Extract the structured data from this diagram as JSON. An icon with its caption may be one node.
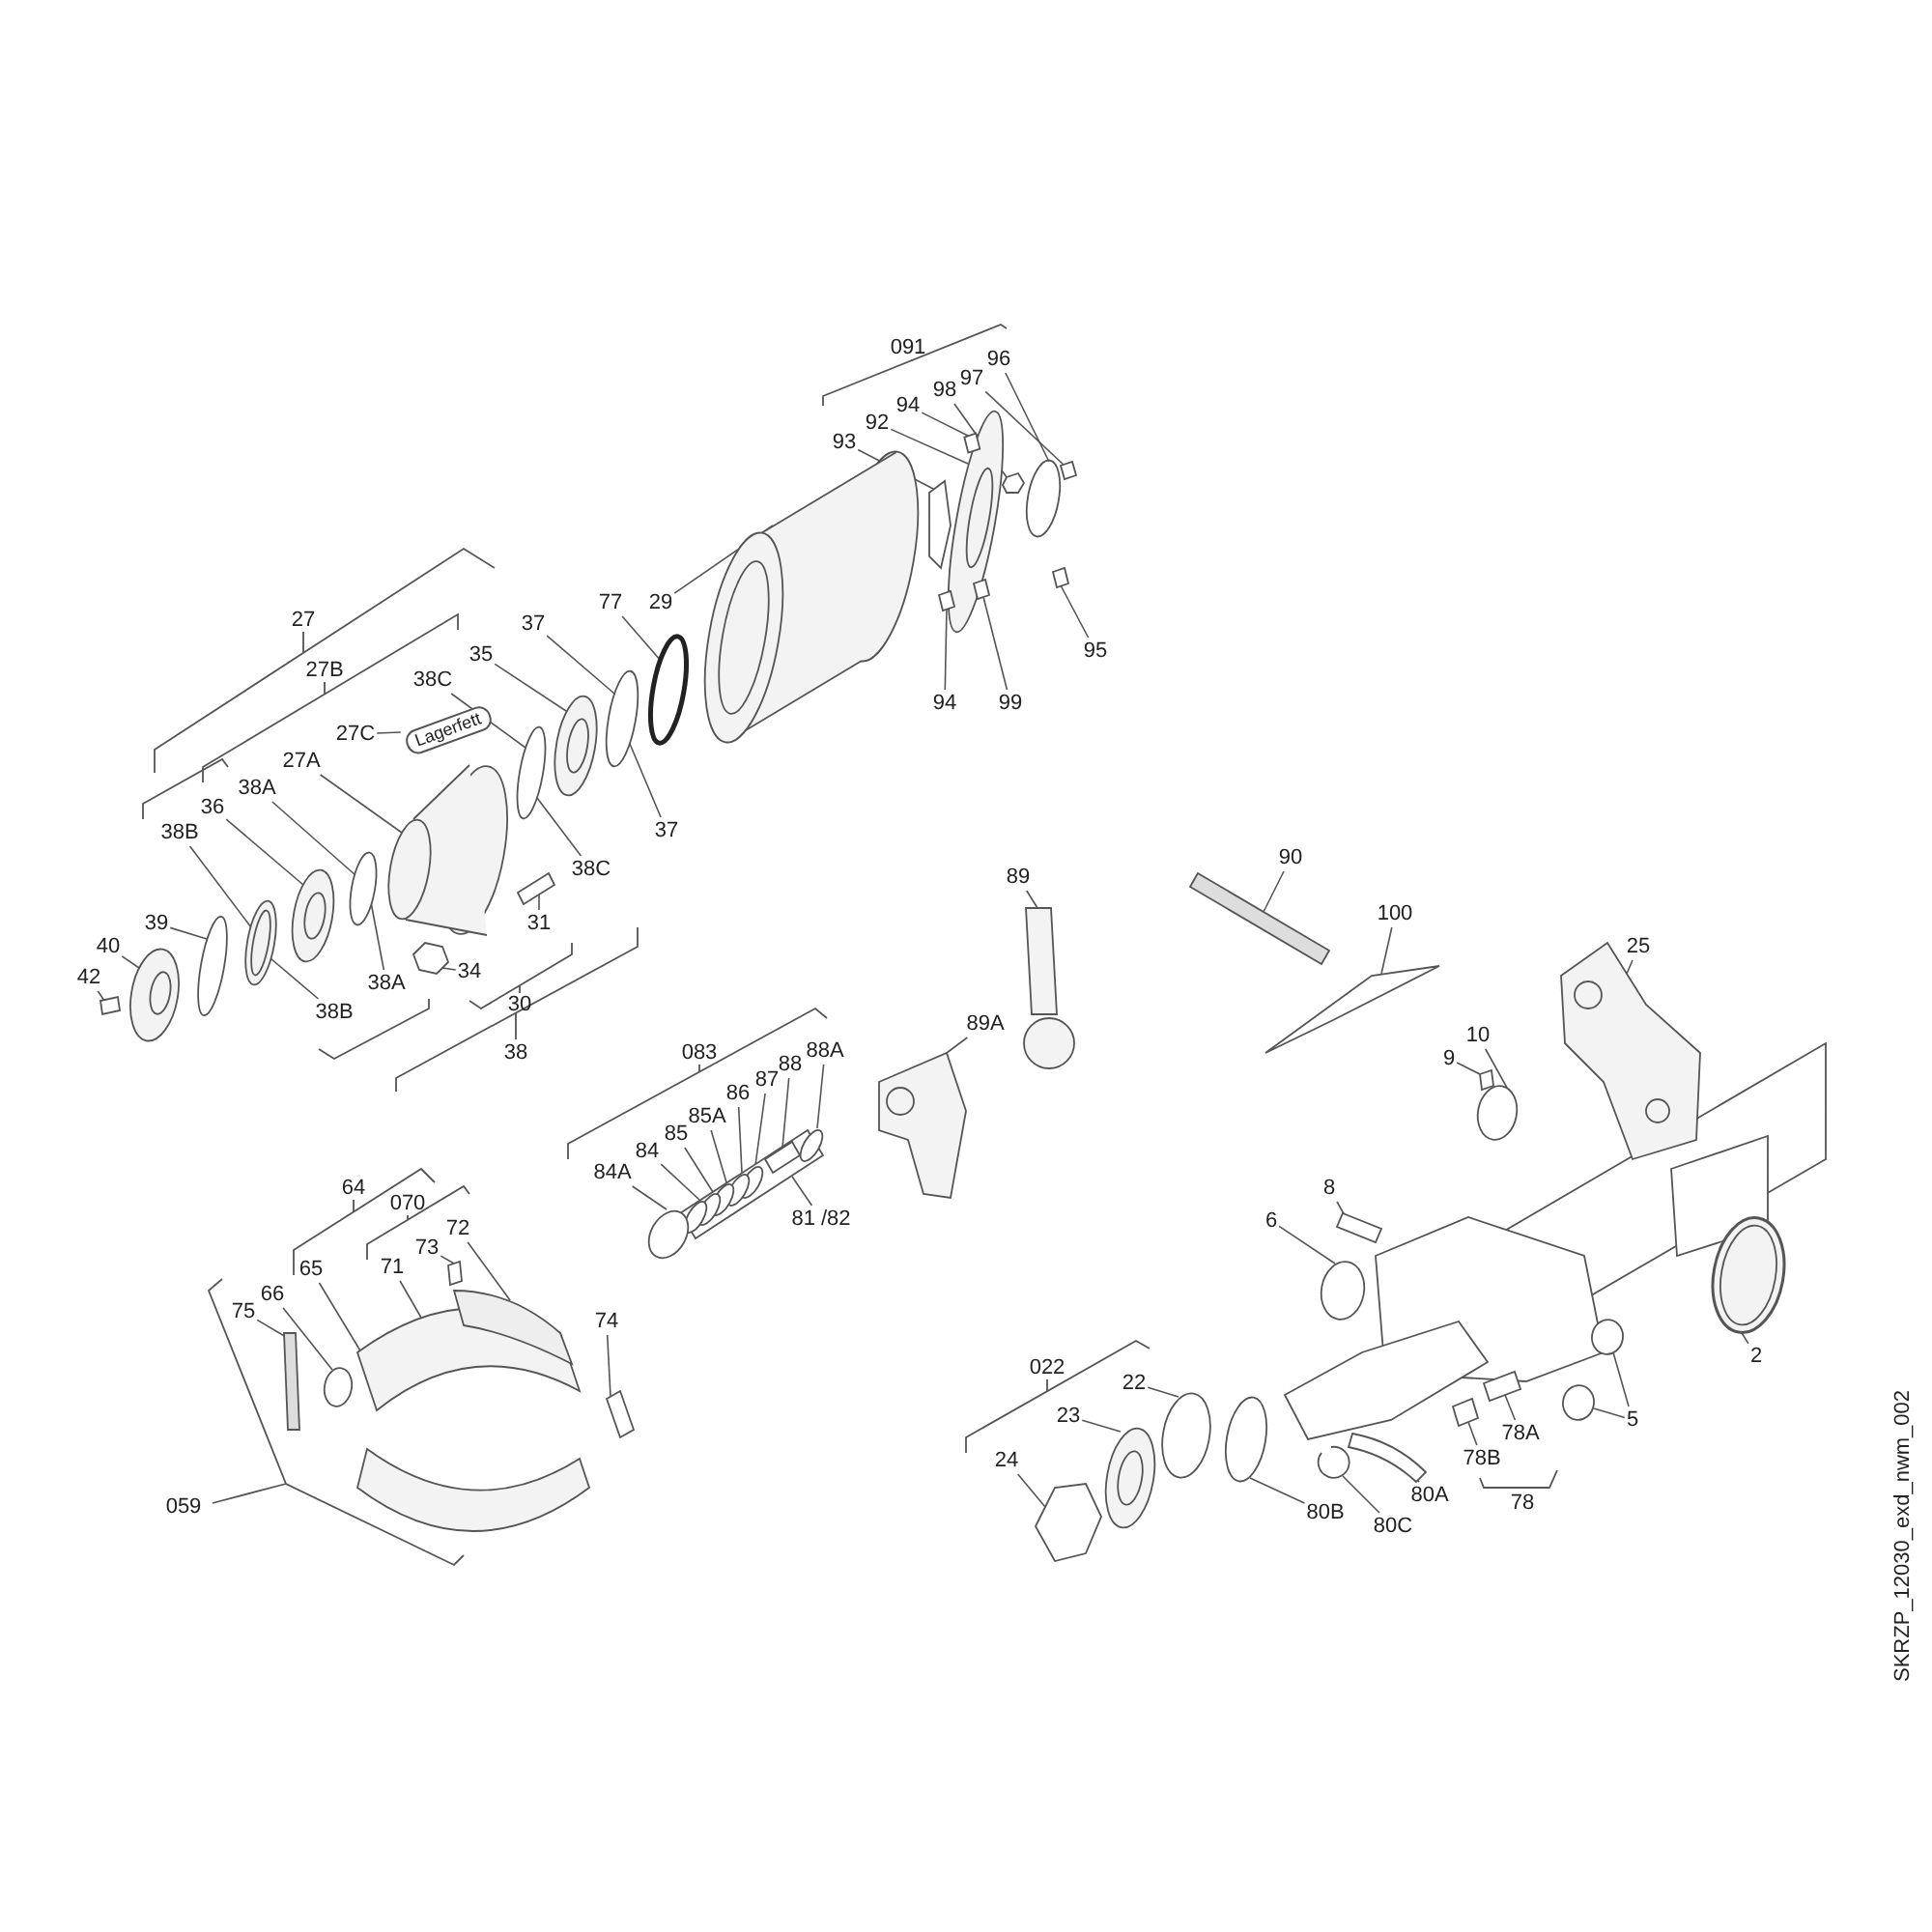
{
  "diagram": {
    "nodes": [
      {
        "text": [
          "96"
        ]
      },
      {
        "text": [
          "97"
        ]
      },
      {
        "text": [
          "98"
        ]
      },
      {
        "text": [
          "94"
        ]
      },
      {
        "text": [
          "92"
        ]
      },
      {
        "text": [
          "93"
        ]
      },
      {
        "text": [
          "77"
        ]
      },
      {
        "text": [
          "29"
        ]
      },
      {
        "text": [
          "37"
        ]
      },
      {
        "text": [
          "35"
        ]
      },
      {
        "text": [
          "38C"
        ]
      },
      {
        "text": [
          "27C"
        ]
      },
      {
        "text": [
          "27A"
        ]
      },
      {
        "text": [
          "94"
        ]
      },
      {
        "text": [
          "99"
        ]
      },
      {
        "text": [
          "95"
        ]
      },
      {
        "text": [
          "37"
        ]
      },
      {
        "text": [
          "38C"
        ]
      },
      {
        "text": [
          "38A"
        ]
      },
      {
        "text": [
          "36"
        ]
      },
      {
        "text": [
          "38B"
        ]
      },
      {
        "text": [
          "90"
        ]
      },
      {
        "text": [
          "100"
        ]
      },
      {
        "text": [
          "89"
        ]
      },
      {
        "text": [
          "25"
        ]
      },
      {
        "text": [
          "39"
        ]
      },
      {
        "text": [
          "40"
        ]
      },
      {
        "text": [
          "42"
        ]
      },
      {
        "text": [
          "31"
        ]
      },
      {
        "text": [
          "38A"
        ]
      },
      {
        "text": [
          "34"
        ]
      },
      {
        "text": [
          "38B"
        ]
      },
      {
        "text": [
          "10"
        ]
      },
      {
        "text": [
          "9"
        ]
      },
      {
        "text": [
          "89A"
        ]
      },
      {
        "text": [
          "88A"
        ]
      },
      {
        "text": [
          "88"
        ]
      },
      {
        "text": [
          "87"
        ]
      },
      {
        "text": [
          "86"
        ]
      },
      {
        "text": [
          "85A"
        ]
      },
      {
        "text": [
          "85"
        ]
      },
      {
        "text": [
          "84"
        ]
      },
      {
        "text": [
          "84A"
        ]
      },
      {
        "text": [
          "81 /82"
        ]
      },
      {
        "text": [
          "8"
        ]
      },
      {
        "text": [
          "6"
        ]
      },
      {
        "text": [
          "72"
        ]
      },
      {
        "text": [
          "73"
        ]
      },
      {
        "text": [
          "71"
        ]
      },
      {
        "text": [
          "65"
        ]
      },
      {
        "text": [
          "66"
        ]
      },
      {
        "text": [
          "75"
        ]
      },
      {
        "text": [
          "74"
        ]
      },
      {
        "text": [
          "2"
        ]
      },
      {
        "text": [
          "22"
        ]
      },
      {
        "text": [
          "23"
        ]
      },
      {
        "text": [
          "5"
        ]
      },
      {
        "text": [
          "78A"
        ]
      },
      {
        "text": [
          "24"
        ]
      },
      {
        "text": [
          "78B"
        ]
      },
      {
        "text": [
          "80A"
        ]
      },
      {
        "text": [
          "80B"
        ]
      },
      {
        "text": [
          "80C"
        ]
      },
      {
        "text": [
          "Lagerfett"
        ]
      },
      {
        "text": [],
        "shape": "circle"
      },
      {
        "text": [],
        "shape": "box"
      },
      {
        "text": [],
        "shape": "hexagon"
      },
      {
        "text": [],
        "shape": "box",
        "in": 68
      },
      {
        "text": [],
        "shape": "picture"
      },
      {
        "text": [],
        "shape": "polygon"
      },
      {
        "text": [],
        "shape": "circle"
      },
      {
        "text": [],
        "shape": "picture"
      },
      {
        "text": [],
        "shape": "circle"
      },
      {
        "text": [],
        "shape": "picture"
      },
      {
        "text": [],
        "shape": "circle"
      },
      {
        "text": [],
        "shape": "picture"
      },
      {
        "text": [],
        "shape": "box"
      },
      {
        "text": [],
        "shape": "box"
      },
      {
        "text": [],
        "shape": "box"
      },
      {
        "text": [],
        "shape": "circle"
      },
      {
        "text": [],
        "shape": "picture"
      },
      {
        "text": [],
        "shape": "picture"
      },
      {
        "text": [],
        "shape": "bar"
      },
      {
        "text": [],
        "shape": "bar"
      },
      {
        "text": [],
        "shape": "picture"
      },
      {
        "text": [],
        "shape": "picture"
      },
      {
        "text": [],
        "shape": "circle"
      },
      {
        "text": [],
        "shape": "picture"
      },
      {
        "text": [],
        "shape": "box"
      },
      {
        "text": [],
        "shape": "box"
      },
      {
        "text": [],
        "shape": "hexagon"
      },
      {
        "text": [],
        "shape": "circle"
      },
      {
        "text": [],
        "shape": "box"
      },
      {
        "text": [],
        "shape": "picture"
      },
      {
        "text": [],
        "shape": "circle",
        "in": 102
      },
      {
        "text": [],
        "shape": "box",
        "in": 102
      },
      {
        "text": [],
        "shape": "circle",
        "in": 102
      },
      {
        "text": [],
        "shape": "circle",
        "in": 102
      },
      {
        "text": [],
        "shape": "circle",
        "in": 102
      },
      {
        "text": [],
        "shape": "circle",
        "in": 102
      },
      {
        "text": [],
        "shape": "circle",
        "in": 102
      },
      {
        "text": [],
        "shape": "circle"
      },
      {
        "text": [],
        "shape": "bar"
      },
      {
        "text": [],
        "shape": "box"
      },
      {
        "text": [],
        "shape": "circle"
      },
      {
        "text": [],
        "shape": "band"
      },
      {
        "text": [],
        "shape": "box"
      },
      {
        "text": [],
        "shape": "picture"
      },
      {
        "text": [],
        "shape": "circle"
      },
      {
        "text": [],
        "shape": "bar"
      },
      {
        "text": [],
        "shape": "box"
      },
      {
        "text": [],
        "shape": "picture"
      },
      {
        "text": [],
        "shape": "circle"
      },
      {
        "text": [],
        "shape": "picture"
      },
      {
        "text": [],
        "shape": "circle"
      },
      {
        "text": [],
        "shape": "circle"
      },
      {
        "text": [],
        "shape": "box"
      },
      {
        "text": [],
        "shape": "hexagon"
      },
      {
        "text": [],
        "shape": "box"
      },
      {
        "text": [],
        "shape": "tube"
      },
      {
        "text": [],
        "shape": "circle"
      },
      {
        "text": [],
        "shape": "circle"
      }
    ],
    "edges": [
      {
        "from": 0,
        "to": 64,
        "arrow": "none"
      },
      {
        "from": 1,
        "to": 65,
        "arrow": "none"
      },
      {
        "from": 2,
        "to": 66,
        "arrow": "none"
      },
      {
        "from": 3,
        "to": 67,
        "arrow": "none"
      },
      {
        "from": 4,
        "to": 68,
        "arrow": "none"
      },
      {
        "from": 5,
        "to": 69,
        "arrow": "none"
      },
      {
        "from": 6,
        "to": 70,
        "arrow": "none"
      },
      {
        "from": 7,
        "to": 71,
        "arrow": "none"
      },
      {
        "from": 8,
        "to": 72,
        "arrow": "none"
      },
      {
        "from": 9,
        "to": 73,
        "arrow": "none"
      },
      {
        "from": 10,
        "to": 74,
        "arrow": "none"
      },
      {
        "from": 11,
        "to": 63,
        "arrow": "none"
      },
      {
        "from": 12,
        "to": 75,
        "arrow": "none"
      },
      {
        "from": 13,
        "to": 76,
        "arrow": "none"
      },
      {
        "from": 14,
        "to": 77,
        "arrow": "none"
      },
      {
        "from": 15,
        "to": 78,
        "arrow": "none"
      },
      {
        "from": 16,
        "to": 72,
        "arrow": "none"
      },
      {
        "from": 17,
        "to": 74,
        "arrow": "none"
      },
      {
        "from": 18,
        "to": 79,
        "arrow": "none"
      },
      {
        "from": 19,
        "to": 80,
        "arrow": "none"
      },
      {
        "from": 20,
        "to": 81,
        "arrow": "none"
      },
      {
        "from": 21,
        "to": 82,
        "arrow": "none"
      },
      {
        "from": 22,
        "to": 83,
        "arrow": "none"
      },
      {
        "from": 23,
        "to": 84,
        "arrow": "none"
      },
      {
        "from": 24,
        "to": 85,
        "arrow": "none"
      },
      {
        "from": 25,
        "to": 86,
        "arrow": "none"
      },
      {
        "from": 26,
        "to": 87,
        "arrow": "none"
      },
      {
        "from": 27,
        "to": 88,
        "arrow": "none"
      },
      {
        "from": 28,
        "to": 89,
        "arrow": "none"
      },
      {
        "from": 29,
        "to": 79,
        "arrow": "none"
      },
      {
        "from": 30,
        "to": 90,
        "arrow": "none"
      },
      {
        "from": 31,
        "to": 81,
        "arrow": "none"
      },
      {
        "from": 32,
        "to": 91,
        "arrow": "none"
      },
      {
        "from": 33,
        "to": 92,
        "arrow": "none"
      },
      {
        "from": 34,
        "to": 93,
        "arrow": "none"
      },
      {
        "from": 35,
        "to": 94,
        "arrow": "none"
      },
      {
        "from": 36,
        "to": 95,
        "arrow": "none"
      },
      {
        "from": 37,
        "to": 96,
        "arrow": "none"
      },
      {
        "from": 38,
        "to": 97,
        "arrow": "none"
      },
      {
        "from": 39,
        "to": 98,
        "arrow": "none"
      },
      {
        "from": 40,
        "to": 99,
        "arrow": "none"
      },
      {
        "from": 41,
        "to": 100,
        "arrow": "none"
      },
      {
        "from": 42,
        "to": 101,
        "arrow": "none"
      },
      {
        "from": 43,
        "to": 102,
        "arrow": "none"
      },
      {
        "from": 44,
        "to": 103,
        "arrow": "none"
      },
      {
        "from": 45,
        "to": 104,
        "arrow": "none"
      },
      {
        "from": 46,
        "to": 105,
        "arrow": "none"
      },
      {
        "from": 47,
        "to": 106,
        "arrow": "none"
      },
      {
        "from": 48,
        "to": 107,
        "arrow": "none"
      },
      {
        "from": 49,
        "to": 107,
        "arrow": "none"
      },
      {
        "from": 50,
        "to": 108,
        "arrow": "none"
      },
      {
        "from": 51,
        "to": 109,
        "arrow": "none"
      },
      {
        "from": 52,
        "to": 110,
        "arrow": "none"
      },
      {
        "from": 53,
        "to": 111,
        "arrow": "none"
      },
      {
        "from": 54,
        "to": 112,
        "arrow": "none"
      },
      {
        "from": 55,
        "to": 113,
        "arrow": "none"
      },
      {
        "from": 56,
        "to": 114,
        "arrow": "none"
      },
      {
        "from": 56,
        "to": 115,
        "arrow": "none"
      },
      {
        "from": 57,
        "to": 116,
        "arrow": "none"
      },
      {
        "from": 58,
        "to": 117,
        "arrow": "none"
      },
      {
        "from": 59,
        "to": 118,
        "arrow": "none"
      },
      {
        "from": 60,
        "to": 119,
        "arrow": "none"
      },
      {
        "from": 61,
        "to": 120,
        "arrow": "none"
      },
      {
        "from": 62,
        "to": 121,
        "arrow": "none"
      }
    ],
    "labels": [
      "091",
      "27",
      "27B",
      "30",
      "38",
      "083",
      "64",
      "070",
      "022",
      "78",
      "059",
      "SKRZP_12030_exd_nwm_002"
    ]
  }
}
